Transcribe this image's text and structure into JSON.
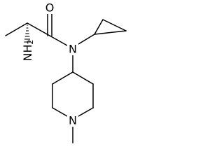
{
  "molecule": {
    "atoms": {
      "oxygen": "O",
      "amide_nitrogen": "N",
      "amine_nitrogen": "N",
      "ring_nitrogen": "N"
    },
    "amine_label": {
      "element": "NH",
      "subscript": "2"
    }
  },
  "colors": {
    "bond": "#000000",
    "background": "#ffffff"
  }
}
